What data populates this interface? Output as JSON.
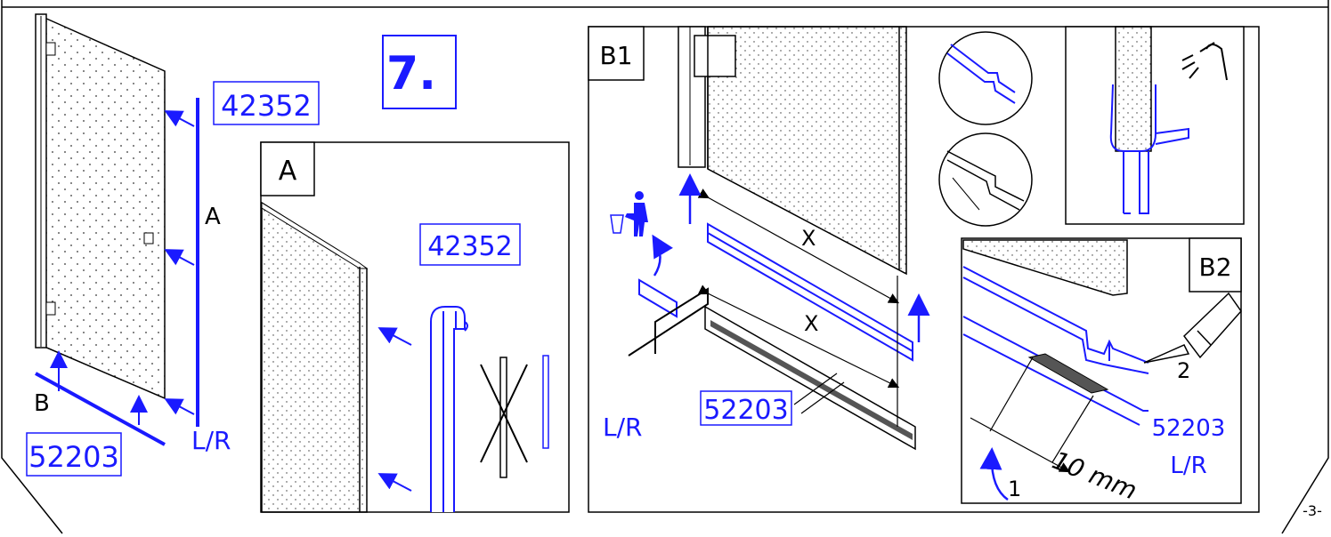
{
  "step": {
    "number": "7."
  },
  "overview": {
    "part_top": "42352",
    "part_bottom": "52203",
    "label_a": "A",
    "label_b": "B",
    "orientation": "L/R"
  },
  "panel_a": {
    "title": "A",
    "part": "42352"
  },
  "panel_b1": {
    "title": "B1",
    "dimension_1": "X",
    "dimension_2": "X",
    "part": "52203",
    "orientation": "L/R"
  },
  "panel_b2": {
    "title": "B2",
    "callout_1": "1",
    "callout_2": "2",
    "measurement": "10 mm",
    "part": "52203",
    "orientation": "L/R"
  },
  "page": {
    "number": "-3-"
  },
  "colors": {
    "accent": "#1a1aff",
    "ink": "#000000"
  }
}
